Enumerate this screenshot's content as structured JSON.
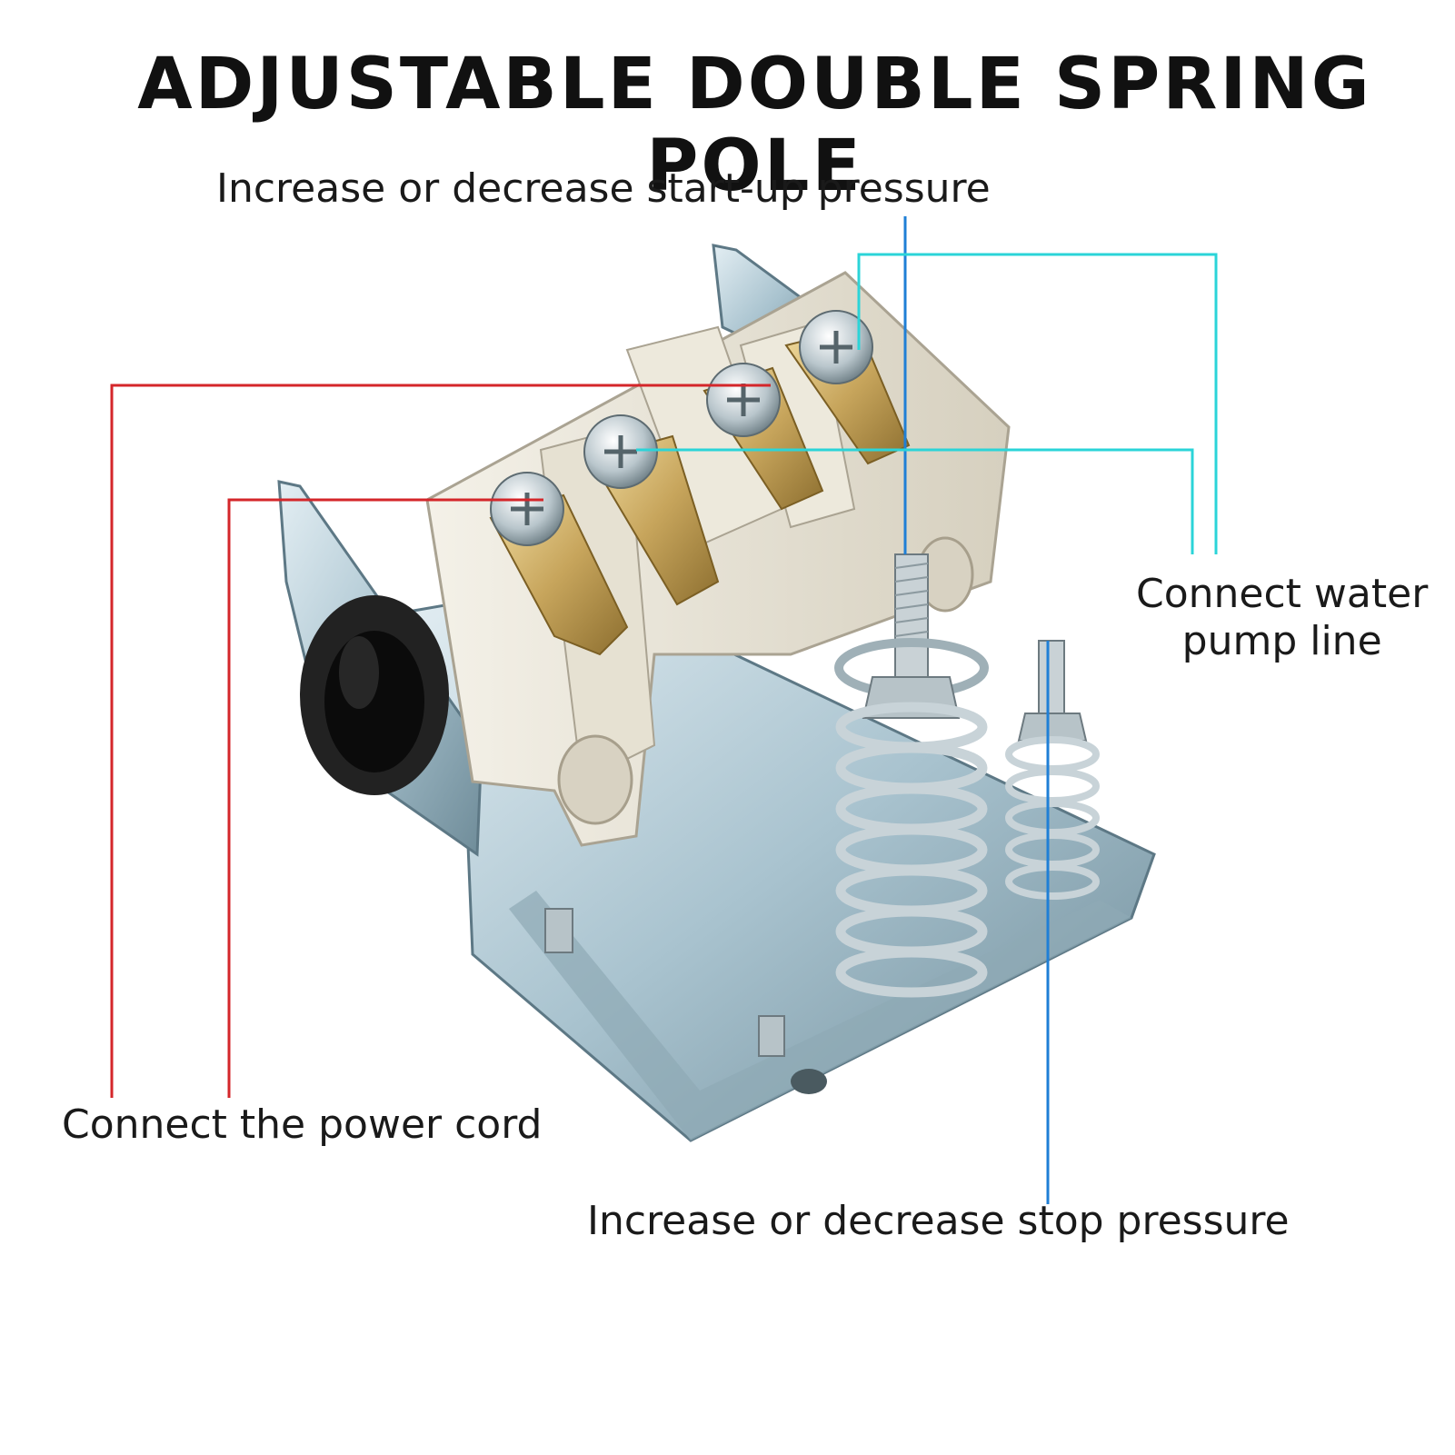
{
  "title": "ADJUSTABLE DOUBLE SPRING POLE",
  "labels": {
    "start_pressure": "Increase or decrease start-up pressure",
    "water_pump": "Connect water\npump line",
    "power_cord": "Connect the power cord",
    "stop_pressure": "Increase or decrease stop pressure"
  },
  "colors": {
    "power_leader": "#d4262a",
    "water_leader": "#2bd4d8",
    "pressure_leader": "#1f7fd6",
    "terminal_block": "#e9e4d6",
    "brass": "#c9a961",
    "steel": "#b8cdd6",
    "rubber": "#1e1e1e"
  }
}
